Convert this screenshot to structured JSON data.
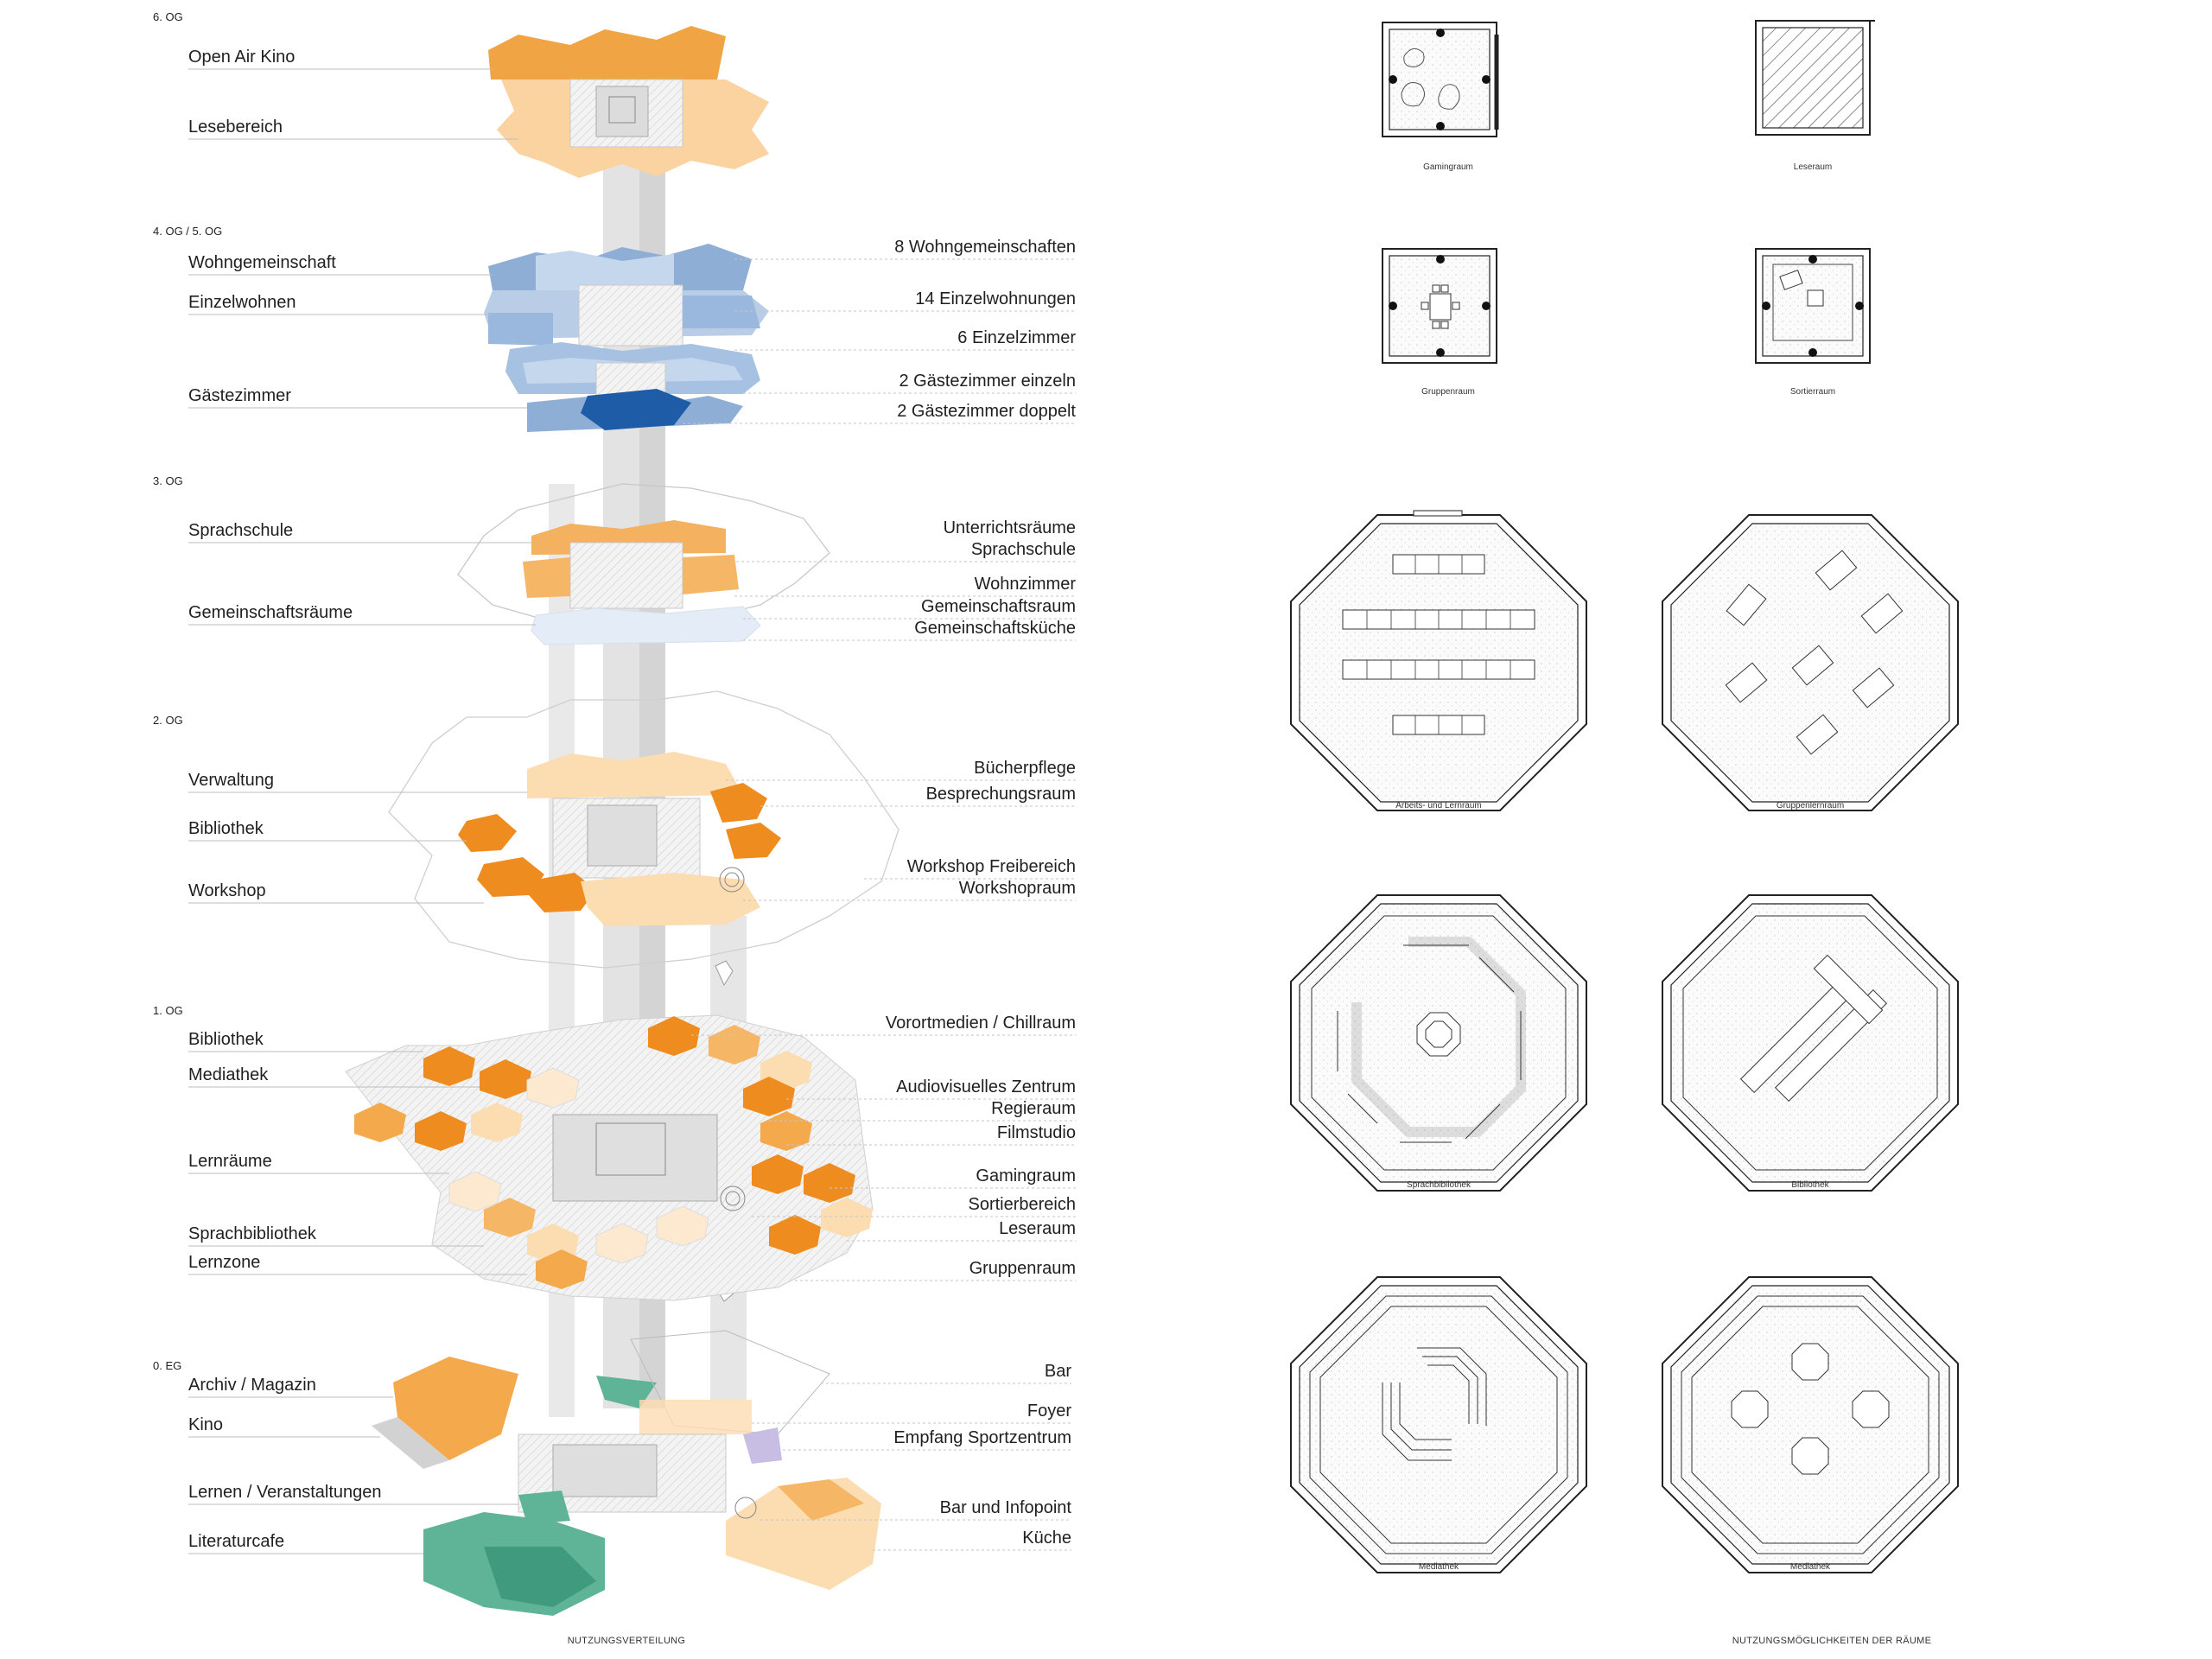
{
  "captions": {
    "left": "NUTZUNGSVERTEILUNG",
    "right": "NUTZUNGSMÖGLICHKEITEN DER RÄUME"
  },
  "floors": [
    {
      "label": "6. OG",
      "left": [
        "Open Air Kino",
        "Lesebereich"
      ],
      "right": []
    },
    {
      "label": "4. OG / 5. OG",
      "left": [
        "Wohngemeinschaft",
        "Einzelwohnen",
        "Gästezimmer"
      ],
      "right": [
        "8 Wohngemeinschaften",
        "14 Einzelwohnungen",
        "6 Einzelzimmer",
        "2 Gästezimmer einzeln",
        "2 Gästezimmer doppelt"
      ]
    },
    {
      "label": "3. OG",
      "left": [
        "Sprachschule",
        "Gemeinschaftsräume"
      ],
      "right": [
        "Unterrichtsräume",
        "Sprachschule",
        "Wohnzimmer",
        "Gemeinschaftsraum",
        "Gemeinschaftsküche"
      ]
    },
    {
      "label": "2. OG",
      "left": [
        "Verwaltung",
        "Bibliothek",
        "Workshop"
      ],
      "right": [
        "Bücherpflege",
        "Besprechungsraum",
        "Workshop Freibereich",
        "Workshopraum"
      ]
    },
    {
      "label": "1. OG",
      "left": [
        "Bibliothek",
        "Mediathek",
        "Lernräume",
        "Sprachbibliothek",
        "Lernzone"
      ],
      "right": [
        "Vorortmedien / Chillraum",
        "Audiovisuelles Zentrum",
        "Regieraum",
        "Filmstudio",
        "Gamingraum",
        "Sortierbereich",
        "Leseraum",
        "Gruppenraum"
      ]
    },
    {
      "label": "0. EG",
      "left": [
        "Archiv / Magazin",
        "Kino",
        "Lernen / Veranstaltungen",
        "Literaturcafe"
      ],
      "right": [
        "Bar",
        "Foyer",
        "Empfang Sportzentrum",
        "Bar und Infopoint",
        "Küche"
      ]
    }
  ],
  "rooms": [
    "Gamingraum",
    "Leseraum",
    "Gruppenraum",
    "Sortierraum",
    "Arbeits- und Lernraum",
    "Gruppenlernraum",
    "Sprachbibliothek",
    "Bibliothek",
    "Mediathek",
    "Mediathek"
  ],
  "colors": {
    "orange_dark": "#ee8c1f",
    "orange_mid": "#f5b766",
    "orange_light": "#fbd6a8",
    "orange_pale": "#fde9d0",
    "blue_light": "#c4d7ec",
    "blue_mid": "#8faed6",
    "blue_dark": "#1f5ca8",
    "green": "#5fb497",
    "green_dark": "#3f9a7e",
    "gray": "#d8d8d8",
    "lilac": "#c8bde3"
  }
}
